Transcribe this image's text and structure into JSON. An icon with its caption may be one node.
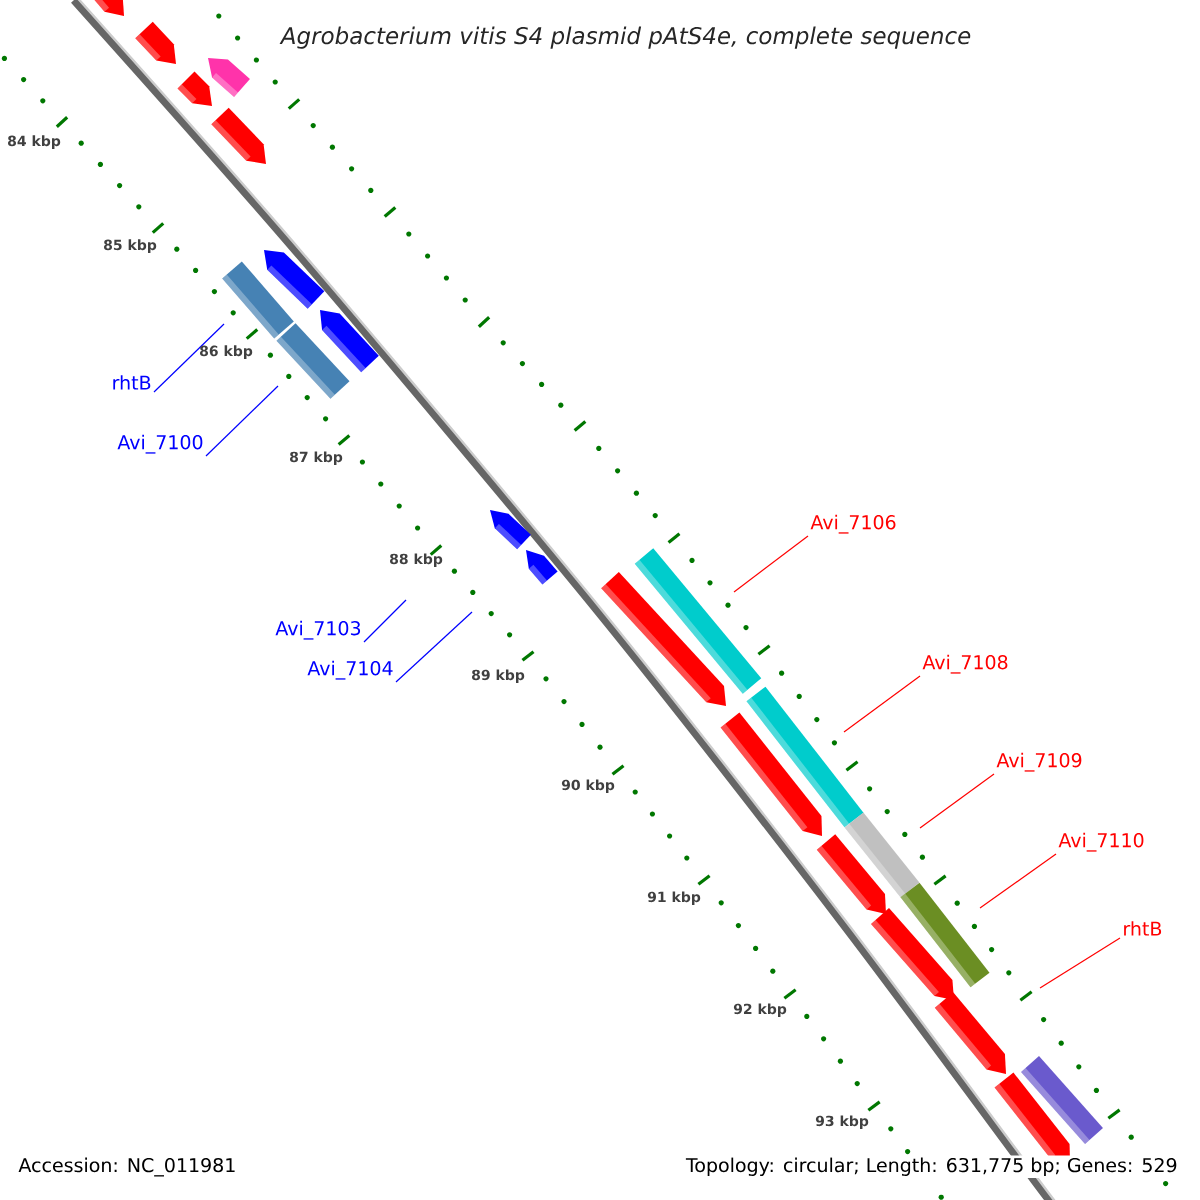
{
  "diagram": {
    "title": "Agrobacterium vitis S4 plasmid pAtS4e, complete sequence",
    "nodes": [
      {
        "text": [
          "rhtB"
        ]
      },
      {
        "text": [
          "Avi_7100"
        ]
      },
      {
        "text": [
          "Avi_7103"
        ]
      },
      {
        "text": [
          "Avi_7104"
        ]
      },
      {
        "text": [
          "Avi_7106"
        ]
      },
      {
        "text": [
          "Avi_7108"
        ]
      },
      {
        "text": [
          "Avi_7109"
        ]
      },
      {
        "text": [
          "Avi_7110"
        ]
      },
      {
        "text": [
          "rhtB"
        ]
      }
    ],
    "edges": [
      {
        "from": 0,
        "to": null,
        "arrow": "none",
        "color": "#0000ff"
      },
      {
        "from": 1,
        "to": null,
        "arrow": "none",
        "color": "#0000ff"
      },
      {
        "from": 2,
        "to": null,
        "arrow": "none",
        "color": "#0000ff"
      },
      {
        "from": 3,
        "to": null,
        "arrow": "none",
        "color": "#0000ff"
      },
      {
        "from": 4,
        "to": null,
        "arrow": "none",
        "color": "#ff0000"
      },
      {
        "from": 5,
        "to": null,
        "arrow": "none",
        "color": "#ff0000"
      },
      {
        "from": 6,
        "to": null,
        "arrow": "none",
        "color": "#ff0000"
      },
      {
        "from": 7,
        "to": null,
        "arrow": "none",
        "color": "#ff0000"
      },
      {
        "from": 8,
        "to": null,
        "arrow": "none",
        "color": "#ff0000"
      }
    ],
    "labels": [
      "84 kbp",
      "85 kbp",
      "86 kbp",
      "87 kbp",
      "88 kbp",
      "89 kbp",
      "90 kbp",
      "91 kbp",
      "92 kbp",
      "93 kbp",
      "Accession: NC_011981",
      "Topology: circular; Length: 631,775 bp; Genes: 529"
    ]
  }
}
